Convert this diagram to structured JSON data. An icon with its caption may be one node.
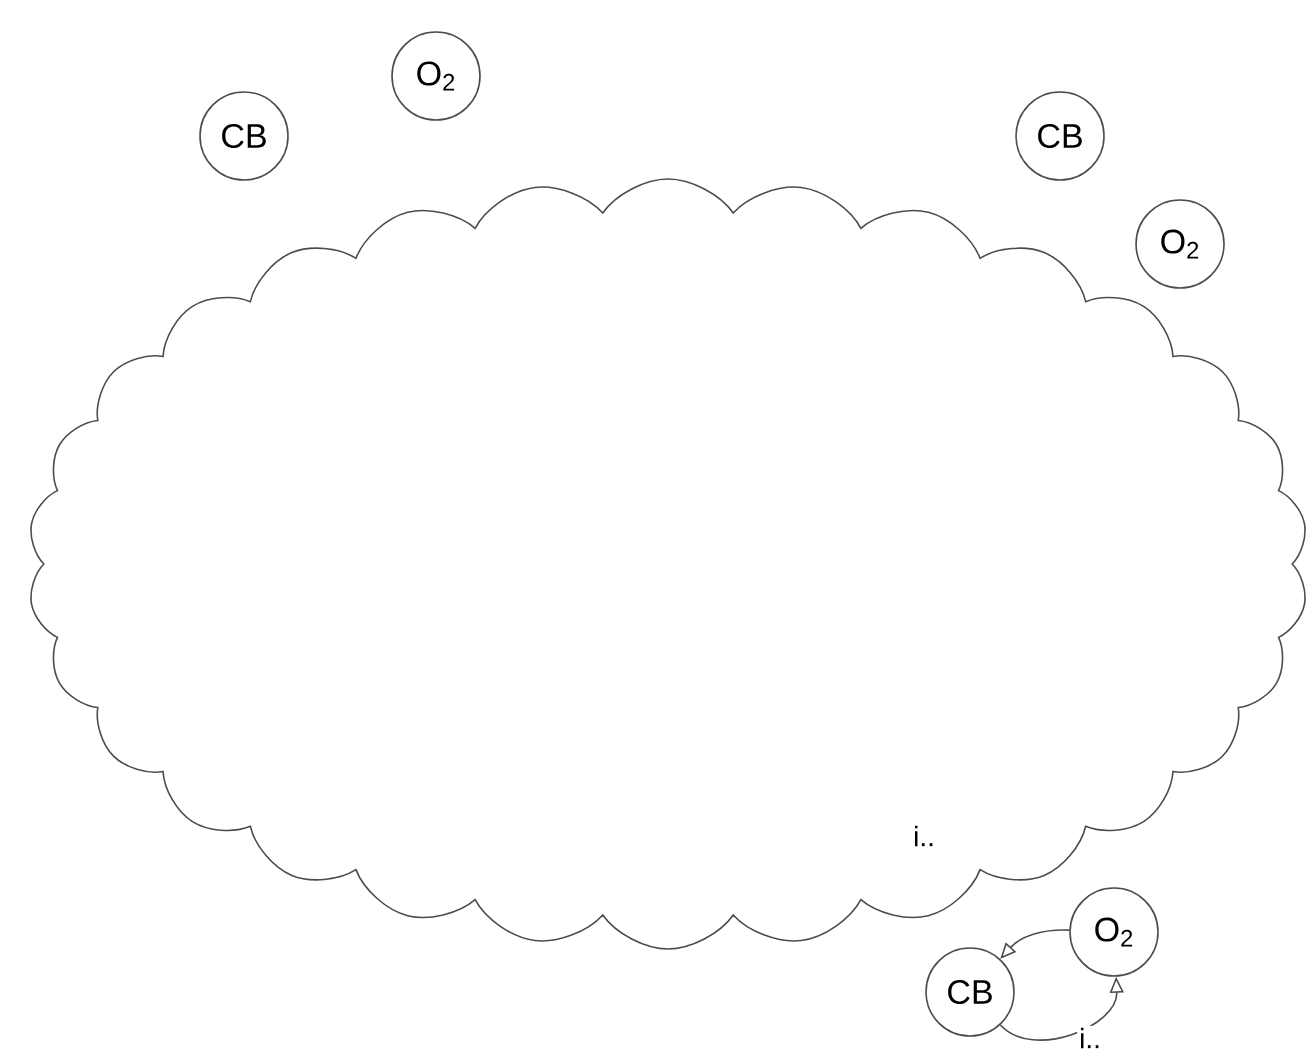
{
  "diagram": {
    "nodes": [
      {
        "text": [],
        "shape": "cloud"
      },
      {
        "text": [
          "CB"
        ]
      },
      {
        "text": [
          "O$_{2}$"
        ]
      },
      {
        "text": [
          "CB"
        ]
      },
      {
        "text": [
          "O$_{2}$"
        ]
      },
      {
        "text": [
          "CB"
        ]
      },
      {
        "text": [
          "O$_{2}$"
        ]
      }
    ],
    "edges": [
      {
        "from": 6,
        "to": 5,
        "arrow": "to",
        "label": "i.."
      },
      {
        "from": 5,
        "to": 6,
        "arrow": "to",
        "label": "i.."
      }
    ]
  }
}
